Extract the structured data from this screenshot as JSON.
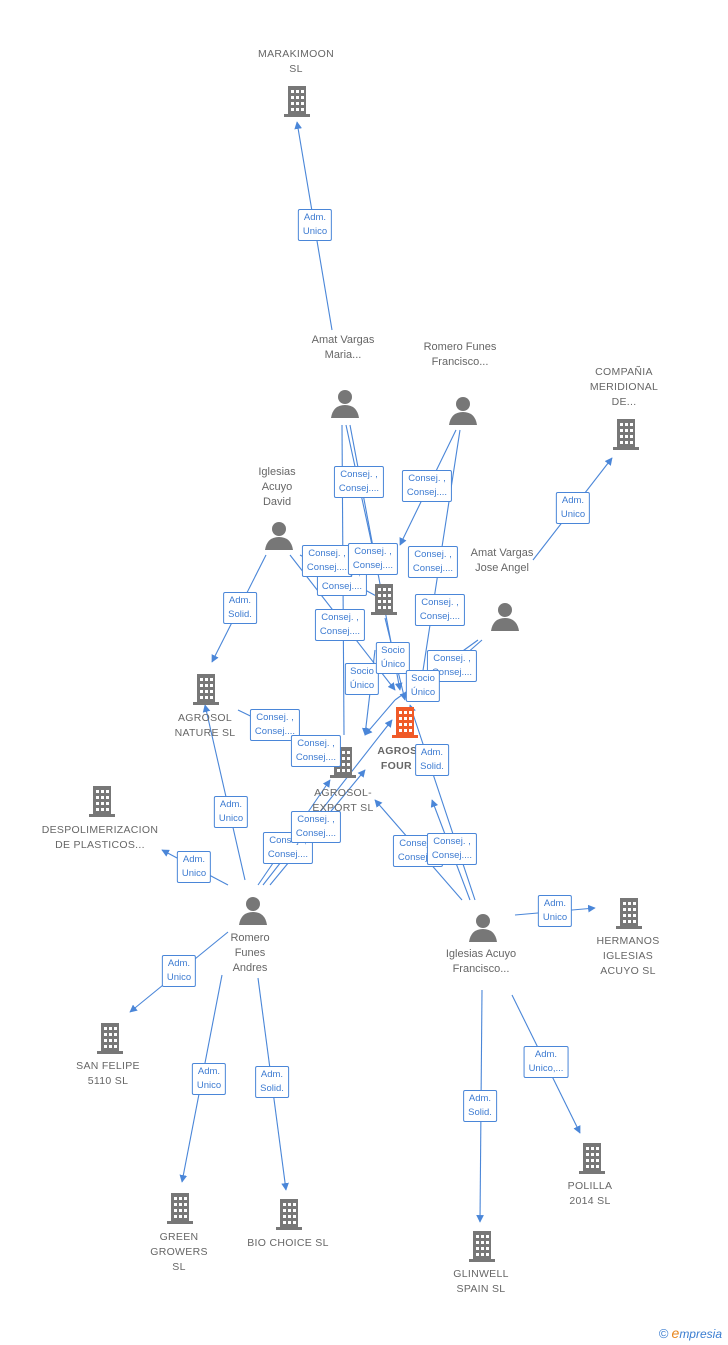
{
  "nodes": {
    "marakimoon": "MARAKIMOON SL",
    "amat_maria": "Amat Vargas Maria...",
    "romero_francisco": "Romero Funes Francisco...",
    "compania": "COMPAÑIA MERIDIONAL DE...",
    "iglesias_david": "Iglesias Acuyo David",
    "amat_jose": "Amat Vargas Jose Angel",
    "agrosol_nature": "AGROSOL NATURE SL",
    "agrosol_four": "AGROSOL FOUR SL",
    "agrosol_export": "AGROSOL-EXPORT SL",
    "despolimerizacion": "DESPOLIMERIZACION DE PLASTICOS...",
    "romero_andres": "Romero Funes Andres",
    "iglesias_francisco": "Iglesias Acuyo Francisco...",
    "hermanos": "HERMANOS IGLESIAS ACUYO SL",
    "san_felipe": "SAN FELIPE 5110 SL",
    "green_growers": "GREEN GROWERS SL",
    "bio_choice": "BIO CHOICE SL",
    "glinwell": "GLINWELL SPAIN SL",
    "polilla": "POLILLA 2014 SL"
  },
  "edges": {
    "e1": [
      "Adm.",
      "Unico"
    ],
    "e2": [
      "Adm.",
      "Unico"
    ],
    "e3": [
      "Adm.",
      "Solid."
    ],
    "e4": [
      "Consej. ,",
      "Consej...."
    ],
    "e5": [
      "Consej. ,",
      "Consej...."
    ],
    "e6": [
      "Consej. ,",
      "Consej...."
    ],
    "e7": [
      "Consej. ,",
      "Consej...."
    ],
    "e8": [
      "Consej. ,",
      "Consej...."
    ],
    "e9": [
      "Consej. ,",
      "Consej...."
    ],
    "e10": [
      "Consej. ,",
      "Consej...."
    ],
    "e11": [
      "Consej. ,",
      "Consej...."
    ],
    "e12": [
      "Consej. ,",
      "Consej...."
    ],
    "e13": [
      "Socio",
      "Único"
    ],
    "e14": [
      "Socio",
      "Único"
    ],
    "e15": [
      "Socio",
      "Único"
    ],
    "e16": [
      "Consej. ,",
      "Consej...."
    ],
    "e17": [
      "Consej. ,",
      "Consej...."
    ],
    "e18": [
      "Adm.",
      "Solid."
    ],
    "e19": [
      "Adm.",
      "Unico"
    ],
    "e20": [
      "Consej. ,",
      "Consej...."
    ],
    "e21": [
      "Consej. ,",
      "Consej...."
    ],
    "e22": [
      "Consej. ,",
      "Consej...."
    ],
    "e23": [
      "Consej. ,",
      "Consej...."
    ],
    "e24": [
      "Adm.",
      "Unico"
    ],
    "e25": [
      "Adm.",
      "Unico"
    ],
    "e26": [
      "Adm.",
      "Unico"
    ],
    "e27": [
      "Adm.",
      "Solid."
    ],
    "e28": [
      "Adm.",
      "Solid."
    ],
    "e29": [
      "Adm.",
      "Unico,..."
    ]
  },
  "brand": {
    "copyright": "©",
    "e": "e",
    "rest": "mpresia"
  },
  "colors": {
    "edge": "#4a86d8",
    "node": "#777777",
    "focus": "#f05a28",
    "label": "#666666"
  }
}
